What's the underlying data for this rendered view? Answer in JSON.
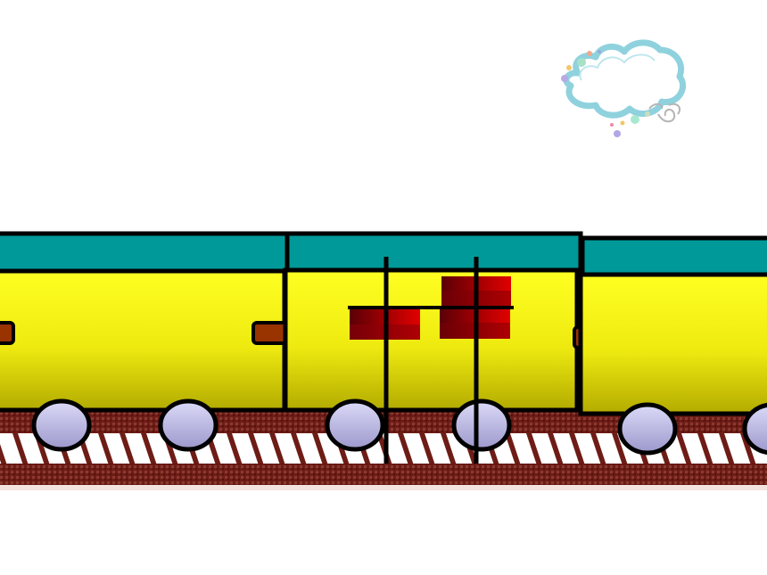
{
  "scene": {
    "colors": {
      "background": "#ffffff",
      "roof": "#009999",
      "body_top": "#ffff22",
      "body_bottom": "#b8b000",
      "outline": "#000000",
      "coupler": "#993300",
      "wheel_top": "#d4d2f6",
      "wheel_bottom": "#a09cd0",
      "rail": "#6b1a14",
      "sleeper": "#ffffff",
      "cargo_dark": "#5a0006",
      "cargo_light": "#e00000",
      "cloud": "#8ed3de"
    },
    "elements": {
      "cars": [
        "train-car",
        "train-car",
        "train-car"
      ],
      "cloud": "cloud-icon",
      "track": "railway-track",
      "cargo": "cargo-boxes"
    }
  }
}
